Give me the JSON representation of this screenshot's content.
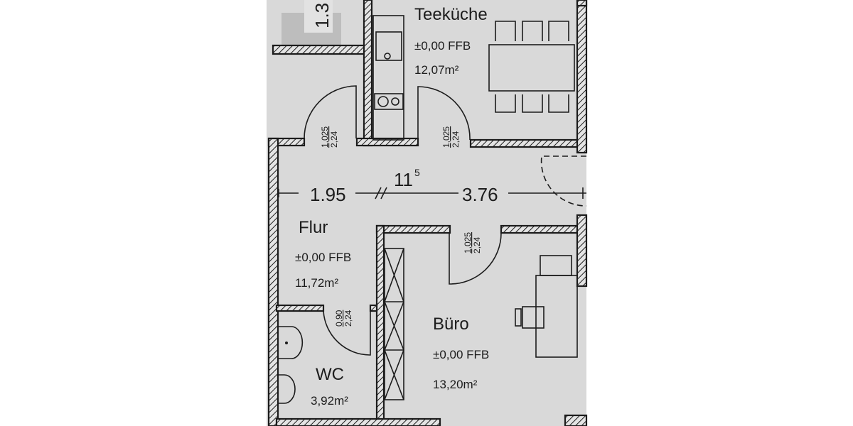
{
  "colors": {
    "paper": "#d9d9d9",
    "ink": "#1c1c1c",
    "background": "#ffffff"
  },
  "rooms": {
    "teekueche": {
      "name": "Teeküche",
      "level": "±0,00 FFB",
      "area": "12,07m²"
    },
    "flur": {
      "name": "Flur",
      "level": "±0,00 FFB",
      "area": "11,72m²"
    },
    "buero": {
      "name": "Büro",
      "level": "±0,00 FFB",
      "area": "13,20m²"
    },
    "wc": {
      "name": "WC",
      "area": "3,92m²"
    }
  },
  "dimensions": {
    "left": "1.95",
    "wall": "11",
    "wall_sup": "5",
    "right": "3.76",
    "top_partial": "1.3"
  },
  "doors": [
    {
      "width": "1,025",
      "height": "2,24"
    },
    {
      "width": "1,025",
      "height": "2,24"
    },
    {
      "width": "1,025",
      "height": "2,24"
    },
    {
      "width": "0,90",
      "height": "2,24"
    }
  ]
}
